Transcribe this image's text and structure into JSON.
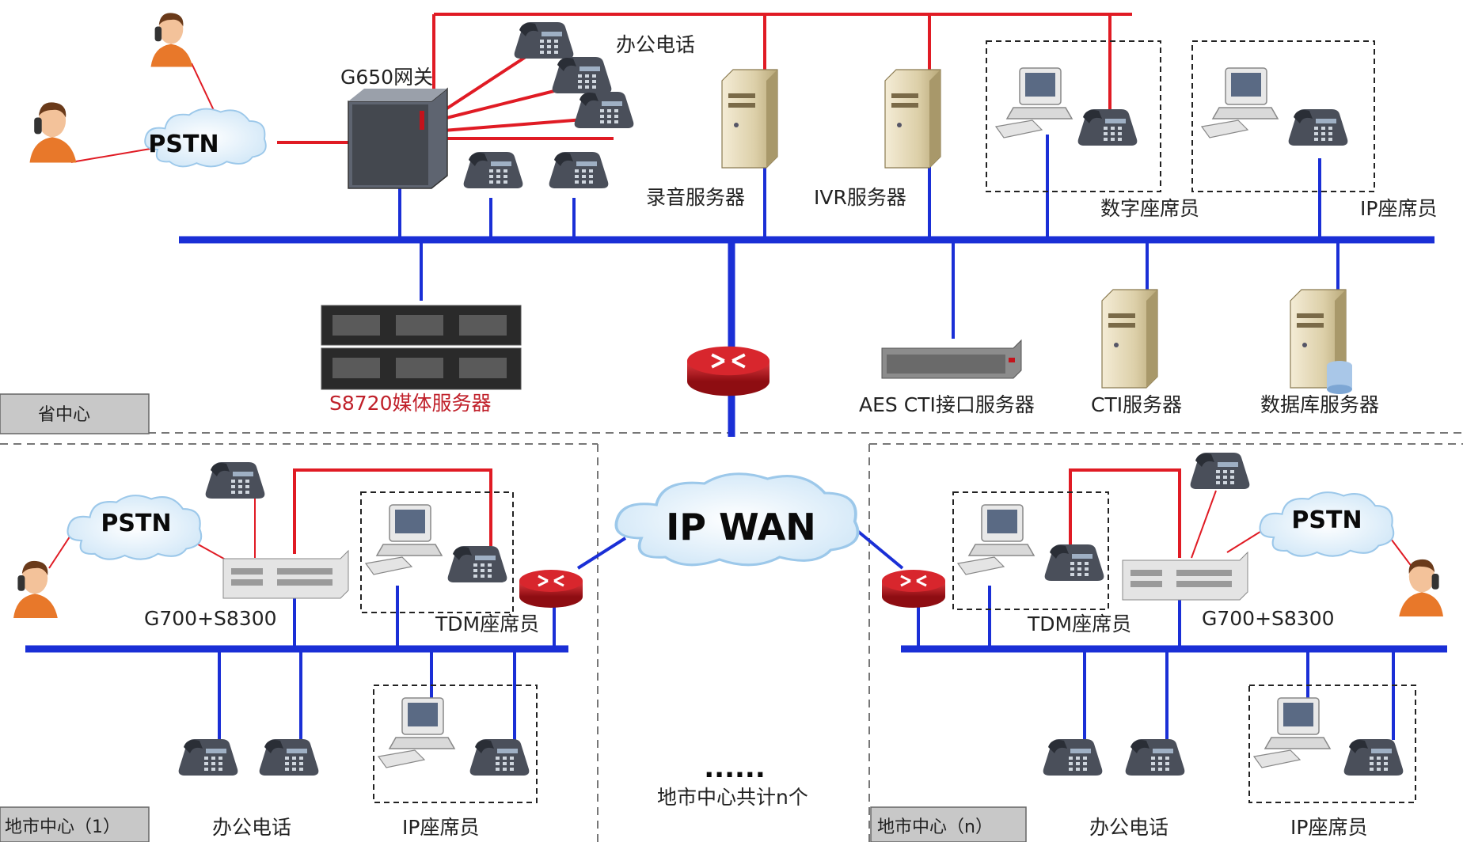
{
  "labels": {
    "office_phone_top": "办公电话",
    "g650": "G650网关",
    "pstn_top": "PSTN",
    "recording_server": "录音服务器",
    "ivr_server": "IVR服务器",
    "digital_agent": "数字座席员",
    "ip_agent_top": "IP座席员",
    "s8720": "S8720媒体服务器",
    "aes_cti": "AES CTI接口服务器",
    "cti_server": "CTI服务器",
    "db_server": "数据库服务器",
    "province_center": "省中心",
    "ip_wan": "IP WAN",
    "pstn_left": "PSTN",
    "g700_left": "G700+S8300",
    "tdm_agent_left": "TDM座席员",
    "office_phone_left": "办公电话",
    "ip_agent_left": "IP座席员",
    "city_center_1": "地市中心（1）",
    "ellipsis": "......",
    "city_total": "地市中心共计n个",
    "pstn_right": "PSTN",
    "g700_right": "G700+S8300",
    "tdm_agent_right": "TDM座席员",
    "office_phone_right": "办公电话",
    "ip_agent_right": "IP座席员",
    "city_center_n": "地市中心（n）"
  },
  "colors": {
    "bus": "#1a2fd6",
    "voice_line": "#e01b24",
    "router": "#c4131b",
    "region_tab": "#c8c8c8"
  }
}
